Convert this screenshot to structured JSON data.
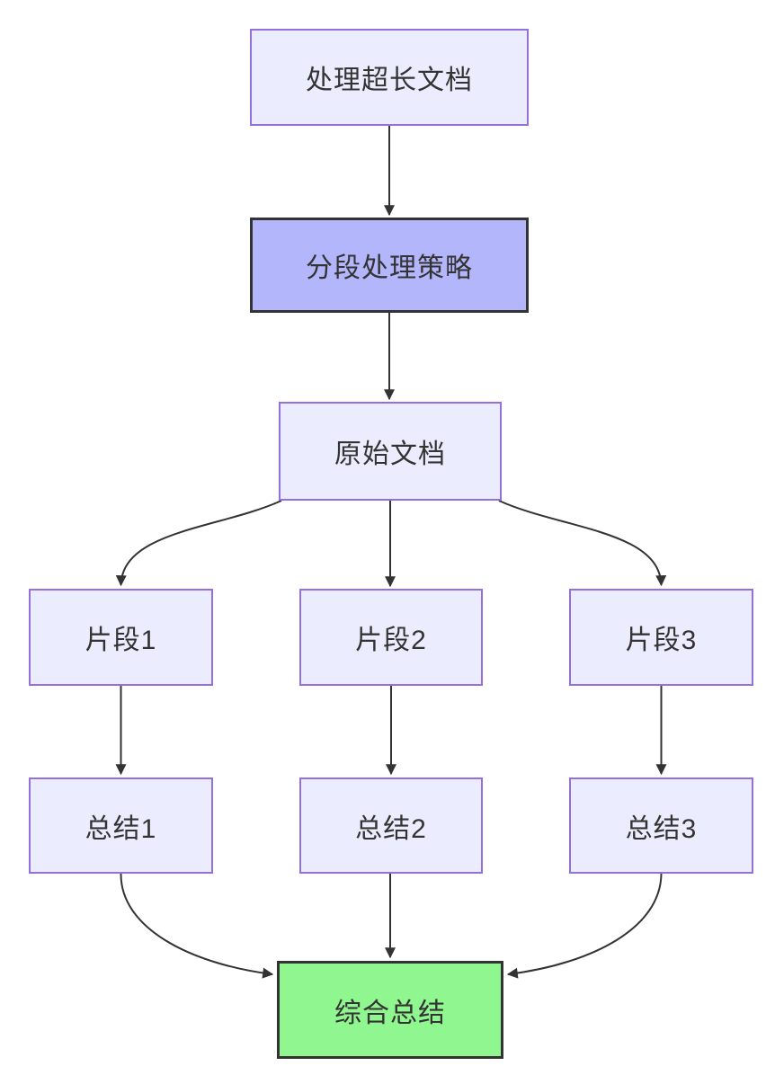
{
  "diagram": {
    "type": "flowchart",
    "direction": "top-down",
    "nodes": [
      {
        "id": "A",
        "label": "处理超长文档",
        "style": "default"
      },
      {
        "id": "B",
        "label": "分段处理策略",
        "style": "highlight"
      },
      {
        "id": "C",
        "label": "原始文档",
        "style": "default"
      },
      {
        "id": "P1",
        "label": "片段1",
        "style": "default"
      },
      {
        "id": "P2",
        "label": "片段2",
        "style": "default"
      },
      {
        "id": "P3",
        "label": "片段3",
        "style": "default"
      },
      {
        "id": "S1",
        "label": "总结1",
        "style": "default"
      },
      {
        "id": "S2",
        "label": "总结2",
        "style": "default"
      },
      {
        "id": "S3",
        "label": "总结3",
        "style": "default"
      },
      {
        "id": "G",
        "label": "综合总结",
        "style": "success"
      }
    ],
    "edges": [
      {
        "from": "A",
        "to": "B"
      },
      {
        "from": "B",
        "to": "C"
      },
      {
        "from": "C",
        "to": "P1"
      },
      {
        "from": "C",
        "to": "P2"
      },
      {
        "from": "C",
        "to": "P3"
      },
      {
        "from": "P1",
        "to": "S1"
      },
      {
        "from": "P2",
        "to": "S2"
      },
      {
        "from": "P3",
        "to": "S3"
      },
      {
        "from": "S1",
        "to": "G"
      },
      {
        "from": "S2",
        "to": "G"
      },
      {
        "from": "S3",
        "to": "G"
      }
    ],
    "colors": {
      "node_fill": "#ECECFF",
      "node_border": "#9370DB",
      "highlight_fill": "#B3B6FA",
      "success_fill": "#90F790",
      "dark_border": "#333333",
      "edge_color": "#333333",
      "text_color": "#333333",
      "canvas_bg": "#FFFFFF"
    }
  }
}
